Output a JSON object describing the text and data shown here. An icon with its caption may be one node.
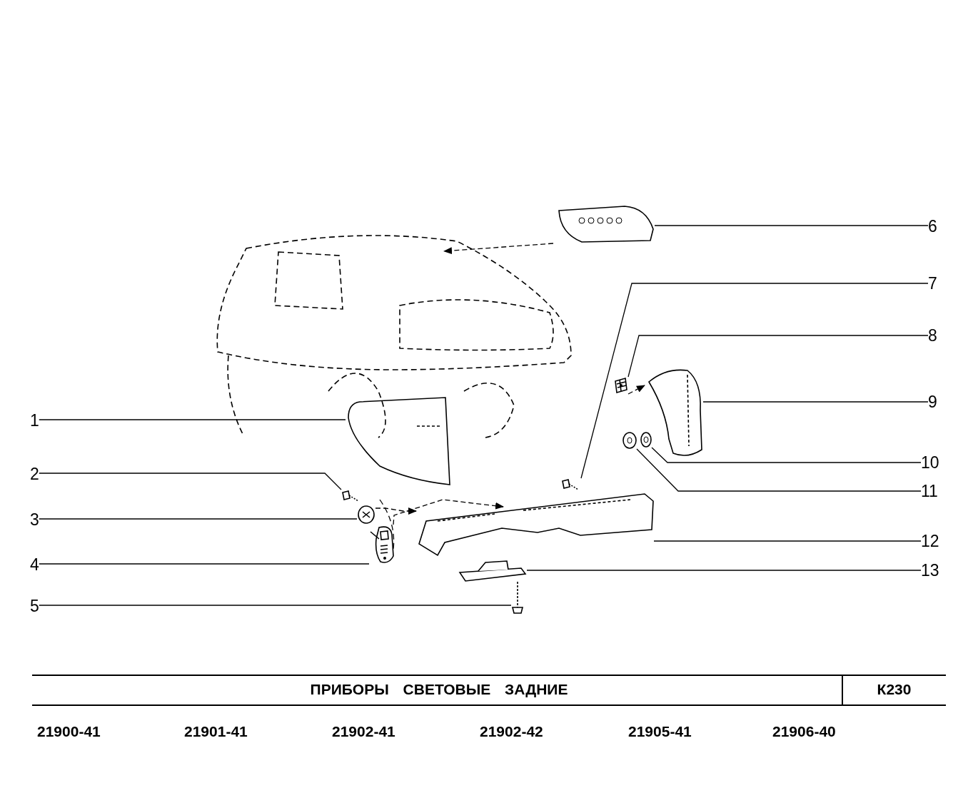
{
  "diagram": {
    "title": "ПРИБОРЫ СВЕТОВЫЕ ЗАДНИЕ",
    "nodes": [
      {
        "text": [
          "1"
        ]
      },
      {
        "text": [
          "2"
        ]
      },
      {
        "text": [
          "3"
        ]
      },
      {
        "text": [
          "4"
        ]
      },
      {
        "text": [
          "5"
        ]
      },
      {
        "text": [
          "6"
        ]
      },
      {
        "text": [
          "7"
        ]
      },
      {
        "text": [
          "8"
        ]
      },
      {
        "text": [
          "9"
        ]
      },
      {
        "text": [
          "10"
        ]
      },
      {
        "text": [
          "11"
        ]
      },
      {
        "text": [
          "12"
        ]
      },
      {
        "text": [
          "13"
        ]
      },
      {
        "text": [],
        "shape": "picture"
      },
      {
        "text": [],
        "shape": "picture"
      },
      {
        "text": [],
        "shape": "picture"
      },
      {
        "text": [],
        "shape": "picture"
      },
      {
        "text": [],
        "shape": "picture"
      },
      {
        "text": [],
        "shape": "picture"
      },
      {
        "text": [],
        "shape": "picture"
      },
      {
        "text": [],
        "shape": "picture"
      },
      {
        "text": [],
        "shape": "picture"
      },
      {
        "text": [],
        "shape": "picture"
      },
      {
        "text": [],
        "shape": "picture"
      },
      {
        "text": [],
        "shape": "picture"
      },
      {
        "text": [],
        "shape": "picture"
      },
      {
        "text": [],
        "shape": "picture"
      }
    ],
    "edges": [
      {
        "from": 0,
        "to": 13,
        "arrow": "none"
      },
      {
        "from": 1,
        "to": 14,
        "arrow": "none"
      },
      {
        "from": 2,
        "to": 15,
        "arrow": "none"
      },
      {
        "from": 3,
        "to": 16,
        "arrow": "none"
      },
      {
        "from": 4,
        "to": 17,
        "arrow": "none"
      },
      {
        "from": 5,
        "to": 18,
        "arrow": "none"
      },
      {
        "from": 6,
        "to": 19,
        "arrow": "none"
      },
      {
        "from": 7,
        "to": 20,
        "arrow": "none"
      },
      {
        "from": 8,
        "to": 21,
        "arrow": "none"
      },
      {
        "from": 9,
        "to": 22,
        "arrow": "none"
      },
      {
        "from": 10,
        "to": 23,
        "arrow": "none"
      },
      {
        "from": 11,
        "to": 24,
        "arrow": "none"
      },
      {
        "from": 12,
        "to": 25,
        "arrow": "none"
      },
      {
        "from": 18,
        "to": 26,
        "arrow": "to",
        "style": "dashed"
      },
      {
        "from": 15,
        "to": 24,
        "arrow": "to",
        "style": "dashed"
      },
      {
        "from": 16,
        "to": 24,
        "arrow": "to",
        "style": "dashed"
      },
      {
        "from": 20,
        "to": 21,
        "arrow": "to",
        "style": "dashed"
      }
    ],
    "labels": [
      "К230",
      "21900-41",
      "21901-41",
      "21902-41",
      "21902-42",
      "21905-41",
      "21906-40"
    ]
  }
}
